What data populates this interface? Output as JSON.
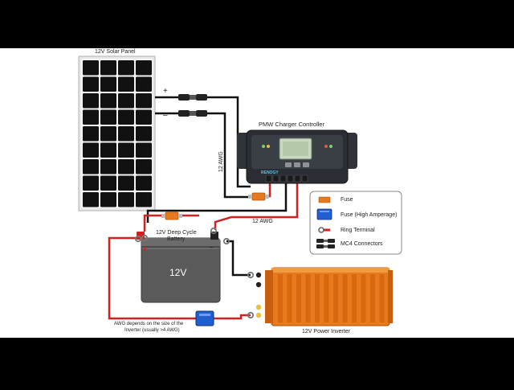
{
  "panel": {
    "title": "12V Solar Panel",
    "plus": "+",
    "minus": "–"
  },
  "controller": {
    "title": "PMW Charger Controller",
    "brand": "RENOGY"
  },
  "wires": {
    "gauge_vertical": "12 AWG",
    "gauge_horizontal": "12 AWG"
  },
  "battery": {
    "title_line1": "12V Deep Cycle",
    "title_line2": "Battery",
    "voltage": "12V",
    "pos": "+",
    "neg": "–"
  },
  "inverter": {
    "title": "12V Power Inverter"
  },
  "awg_note": {
    "line1": "AWG depends on the size of the",
    "line2": "Inverter (usually >4 AWG)"
  },
  "legend": {
    "items": [
      {
        "label": "Fuse",
        "icon": "fuse-icon"
      },
      {
        "label": "Fuse (High Amperage)",
        "icon": "high-amperage-fuse-icon"
      },
      {
        "label": "Ring Terminal",
        "icon": "ring-terminal-icon"
      },
      {
        "label": "MC4 Connectors",
        "icon": "mc4-connector-icon"
      }
    ]
  },
  "colors": {
    "positive_wire": "#d42020",
    "negative_wire": "#111111",
    "fuse": "#e87a1e",
    "high_amp_fuse": "#1f5fd0",
    "inverter": "#e87a1e",
    "controller_body": "#2a2d33"
  }
}
